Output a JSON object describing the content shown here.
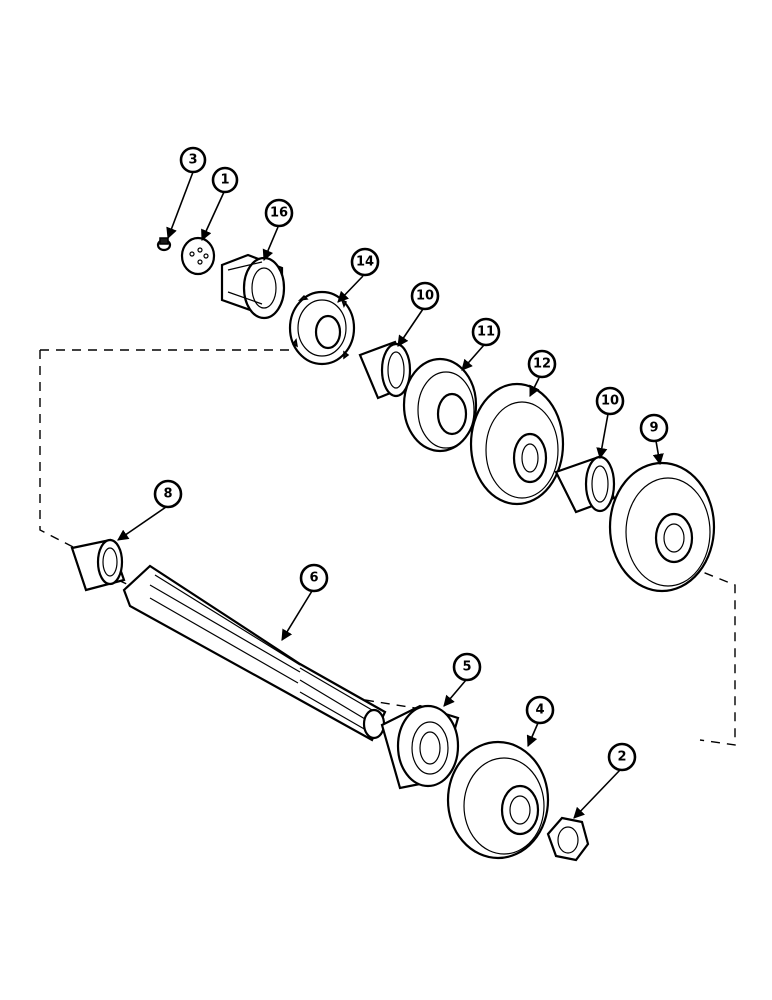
{
  "callouts": [
    {
      "id": "3",
      "label": "3"
    },
    {
      "id": "1",
      "label": "1"
    },
    {
      "id": "16",
      "label": "16"
    },
    {
      "id": "14",
      "label": "14"
    },
    {
      "id": "10a",
      "label": "10"
    },
    {
      "id": "11",
      "label": "11"
    },
    {
      "id": "12",
      "label": "12"
    },
    {
      "id": "10b",
      "label": "10"
    },
    {
      "id": "9",
      "label": "9"
    },
    {
      "id": "8",
      "label": "8"
    },
    {
      "id": "6",
      "label": "6"
    },
    {
      "id": "5",
      "label": "5"
    },
    {
      "id": "4",
      "label": "4"
    },
    {
      "id": "2",
      "label": "2"
    }
  ],
  "colors": {
    "ink": "#000000",
    "paper": "#ffffff"
  }
}
